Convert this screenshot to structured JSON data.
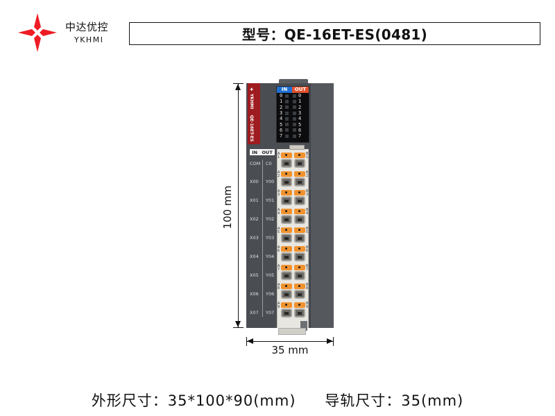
{
  "header": {
    "brand_cn": "中达优控",
    "brand_en": "YKHMI",
    "logo_color": "#ee1c25",
    "model_label": "型号：QE-16ET-ES(0481)"
  },
  "device": {
    "strip_brand": "✚ YKHMI",
    "strip_model": "QE-16ET-ES",
    "led_panel": {
      "in_label": "IN",
      "out_label": "OUT",
      "in_color": "#1f6fd1",
      "out_color": "#e0512c",
      "channels": [
        "0",
        "1",
        "2",
        "3",
        "4",
        "5",
        "6",
        "7"
      ]
    },
    "io_header": {
      "in": "IN",
      "out": "OUT"
    },
    "rows": [
      {
        "in": "COM",
        "out": "C0",
        "num": "1"
      },
      {
        "in": "X00",
        "out": "Y00",
        "num": "2"
      },
      {
        "in": "X01",
        "out": "Y01",
        "num": "3"
      },
      {
        "in": "X02",
        "out": "Y02",
        "num": "4"
      },
      {
        "in": "X03",
        "out": "Y03",
        "num": "5"
      },
      {
        "in": "X04",
        "out": "Y04",
        "num": "6"
      },
      {
        "in": "X05",
        "out": "Y05",
        "num": "7"
      },
      {
        "in": "X06",
        "out": "Y06",
        "num": "8"
      },
      {
        "in": "X07",
        "out": "Y07",
        "num": "9"
      }
    ],
    "terminal_cols": [
      "A",
      "B"
    ],
    "lever_color": "#f0922e",
    "body_color": "#4a4d52",
    "strip_color": "#9e1b1f"
  },
  "dimensions": {
    "height_label": "100 mm",
    "width_label": "35 mm"
  },
  "footer": {
    "size_text": "外形尺寸：35*100*90(mm)",
    "rail_text": "导轨尺寸：35(mm)"
  }
}
